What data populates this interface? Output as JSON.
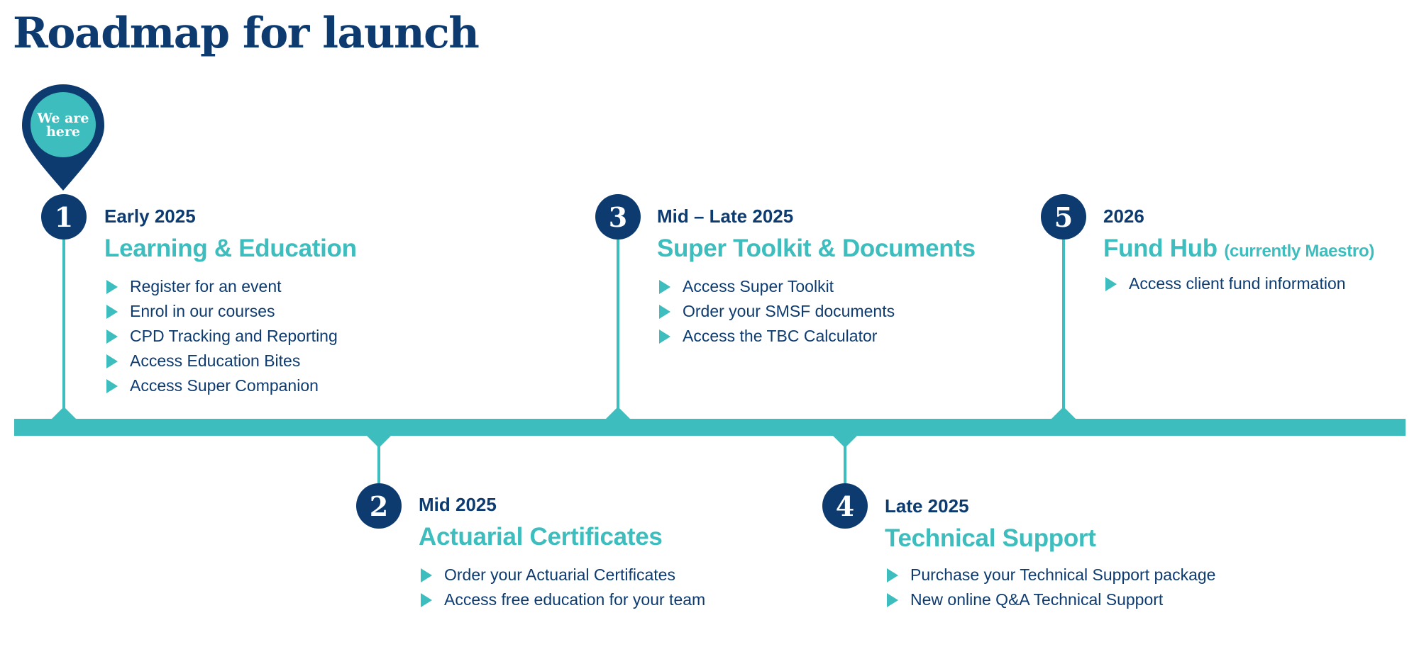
{
  "title": "Roadmap for launch",
  "pin": {
    "label_line1": "We are",
    "label_line2": "here",
    "icon": "location-pin-icon"
  },
  "colors": {
    "navy": "#0d3b70",
    "teal": "#3dbdbd"
  },
  "milestones": [
    {
      "number": "1",
      "period": "Early 2025",
      "heading": "Learning & Education",
      "heading_note": "",
      "items": [
        "Register for an event",
        "Enrol in our courses",
        "CPD Tracking and Reporting",
        "Access Education Bites",
        "Access Super Companion"
      ]
    },
    {
      "number": "2",
      "period": "Mid 2025",
      "heading": "Actuarial Certificates",
      "heading_note": "",
      "items": [
        "Order your Actuarial Certificates",
        "Access free education for your team"
      ]
    },
    {
      "number": "3",
      "period": "Mid – Late 2025",
      "heading": "Super Toolkit & Documents",
      "heading_note": "",
      "items": [
        "Access Super Toolkit",
        "Order your SMSF documents",
        "Access the TBC Calculator"
      ]
    },
    {
      "number": "4",
      "period": "Late 2025",
      "heading": "Technical Support",
      "heading_note": "",
      "items": [
        "Purchase your Technical Support package",
        "New online Q&A Technical Support"
      ]
    },
    {
      "number": "5",
      "period": "2026",
      "heading": "Fund Hub",
      "heading_note": "(currently Maestro)",
      "items": [
        "Access client fund information"
      ]
    }
  ]
}
